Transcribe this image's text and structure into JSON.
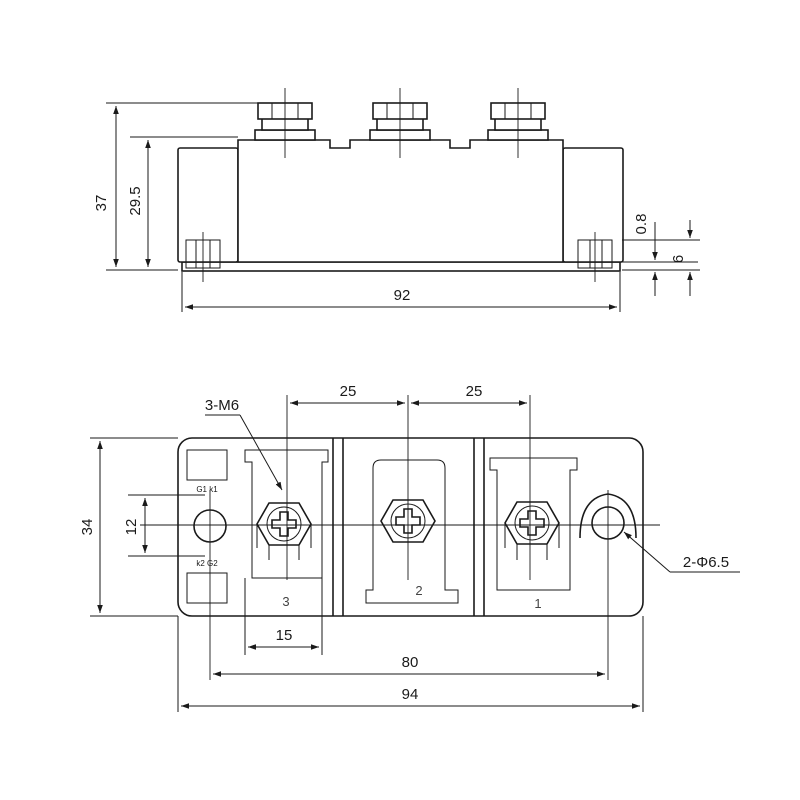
{
  "side_view": {
    "dims": {
      "total_height": "37",
      "body_height": "29.5",
      "base_thickness": "0.8",
      "bracket_height": "6",
      "length": "92"
    }
  },
  "top_view": {
    "dims": {
      "pitch_left": "25",
      "pitch_right": "25",
      "screw_callout": "3-M6",
      "width": "34",
      "hole_spacing_vertical": "12",
      "terminal_width": "15",
      "mount_hole_span": "80",
      "total_length": "94",
      "hole_callout": "2-Φ6.5"
    },
    "terminal_labels": [
      "3",
      "2",
      "1"
    ],
    "gate_labels": {
      "upper": "G1 k1",
      "lower": "k2 G2"
    }
  }
}
